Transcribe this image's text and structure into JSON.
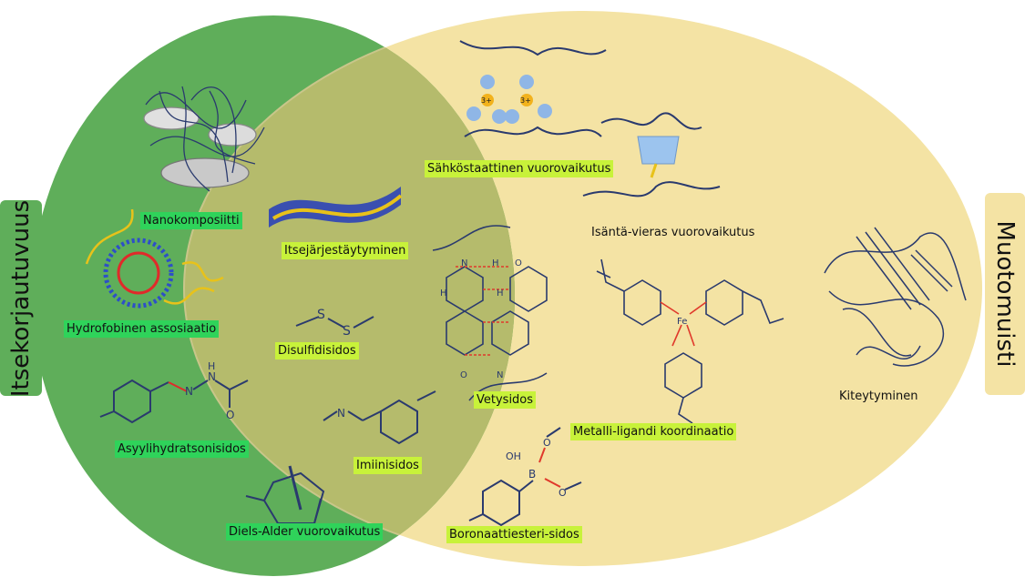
{
  "side_labels": {
    "left": "Itsekorjautuvuus",
    "right": "Muotomuisti"
  },
  "mechanisms": {
    "nanokomposiitti": "Nanokomposiitti",
    "hydrofobinen": "Hydrofobinen assosiaatio",
    "asyylihydratsoni": "Asyylihydratsonisidos",
    "diels_alder": "Diels-Alder vuorovaikutus",
    "sahkostaattinen": "Sähköstaattinen vuorovaikutus",
    "itsejarjestaytyminen": "Itsejärjestäytyminen",
    "isanta_vieras": "Isäntä-vieras vuorovaikutus",
    "disulfidi": "Disulfidisidos",
    "vetysidos": "Vetysidos",
    "imiini": "Imiinisidos",
    "metalli_ligandi": "Metalli-ligandi koordinaatio",
    "boronaattiesteri": "Boronaattiesteri-sidos",
    "kiteytyminen": "Kiteytyminen"
  },
  "atoms": {
    "nitrogen": "N",
    "hydrogen": "H",
    "oxygen": "O",
    "sulfur": "S",
    "iron": "Fe",
    "boron": "B",
    "hydroxyl": "OH",
    "charge": "3+"
  },
  "colors": {
    "left_ellipse": "#5fae5a",
    "right_ellipse": "#f4e3a4",
    "overlap": "#b5bb6c",
    "highlight_green": "#2fd35a",
    "highlight_yellow": "#c8f23a",
    "molecule": "#2a3a6e",
    "hbond": "#e0392b"
  }
}
